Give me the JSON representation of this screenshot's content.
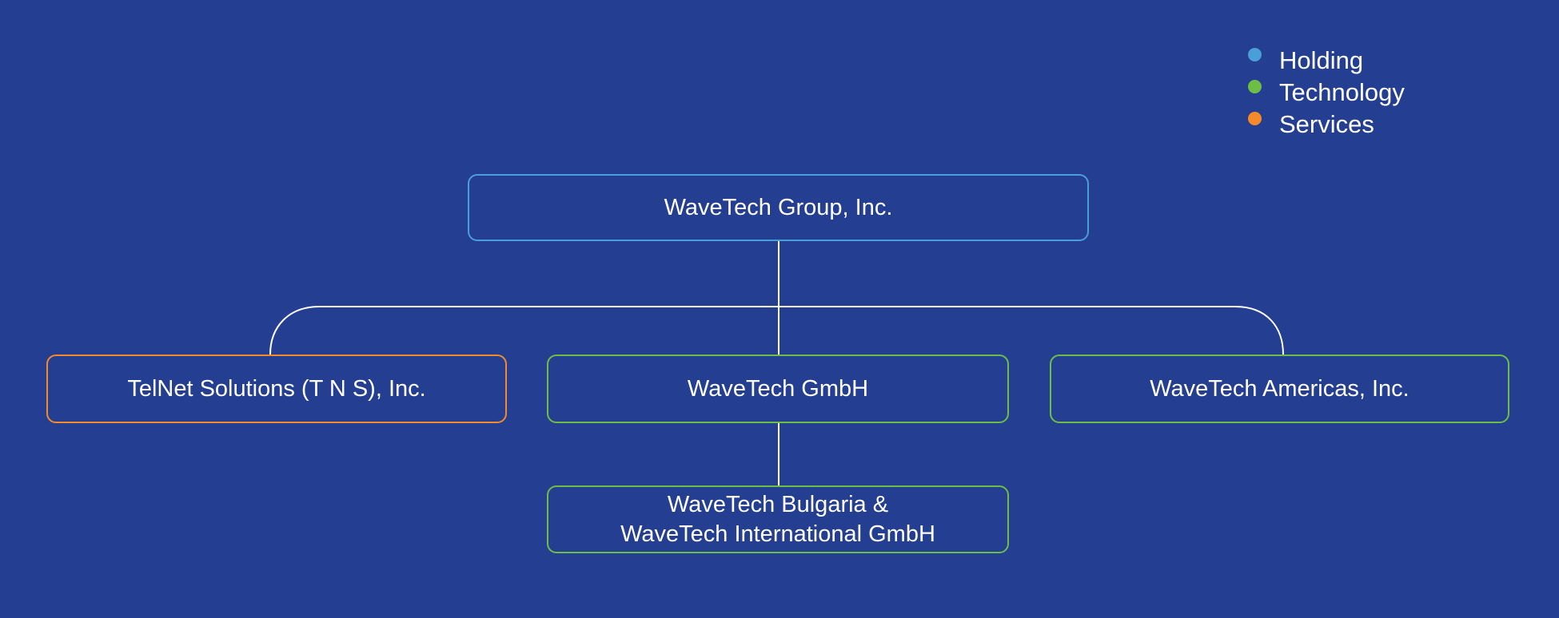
{
  "colors": {
    "background": "#243f92",
    "holding": "#4a9fd8",
    "technology": "#6dbe45",
    "services": "#f58a2b",
    "connector": "#ffffff"
  },
  "legend": [
    {
      "label": "Holding",
      "category": "holding"
    },
    {
      "label": "Technology",
      "category": "technology"
    },
    {
      "label": "Services",
      "category": "services"
    }
  ],
  "nodes": {
    "root": {
      "label": "WaveTech Group, Inc.",
      "category": "holding"
    },
    "telnet": {
      "label": "TelNet Solutions (T N S), Inc.",
      "category": "services"
    },
    "gmbh": {
      "label": "WaveTech GmbH",
      "category": "technology"
    },
    "americas": {
      "label": "WaveTech Americas, Inc.",
      "category": "technology"
    },
    "bulgaria": {
      "label_line1": "WaveTech Bulgaria &",
      "label_line2": "WaveTech International GmbH",
      "category": "technology"
    }
  }
}
